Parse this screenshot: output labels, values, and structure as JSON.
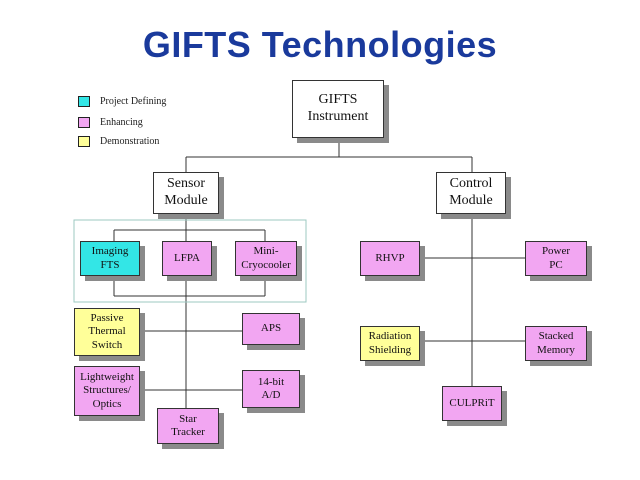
{
  "title": "GIFTS Technologies",
  "legend": [
    {
      "label": "Project Defining",
      "color": "#33e6e6"
    },
    {
      "label": "Enhancing",
      "color": "#f2a6f2"
    },
    {
      "label": "Demonstration",
      "color": "#ffff99"
    }
  ],
  "nodes": {
    "gifts_instrument": "GIFTS\nInstrument",
    "sensor_module": "Sensor\nModule",
    "control_module": "Control\nModule",
    "imaging_fts": "Imaging\nFTS",
    "lfpa": "LFPA",
    "mini_cryocooler": "Mini-\nCryocooler",
    "passive_thermal_switch": "Passive\nThermal\nSwitch",
    "aps": "APS",
    "lightweight_structures": "Lightweight\nStructures/\nOptics",
    "ad_14bit": "14-bit\nA/D",
    "star_tracker": "Star\nTracker",
    "rhvp": "RHVP",
    "power_pc": "Power\nPC",
    "radiation_shielding": "Radiation\nShielding",
    "stacked_memory": "Stacked\nMemory",
    "culprit": "CULPRiT"
  }
}
